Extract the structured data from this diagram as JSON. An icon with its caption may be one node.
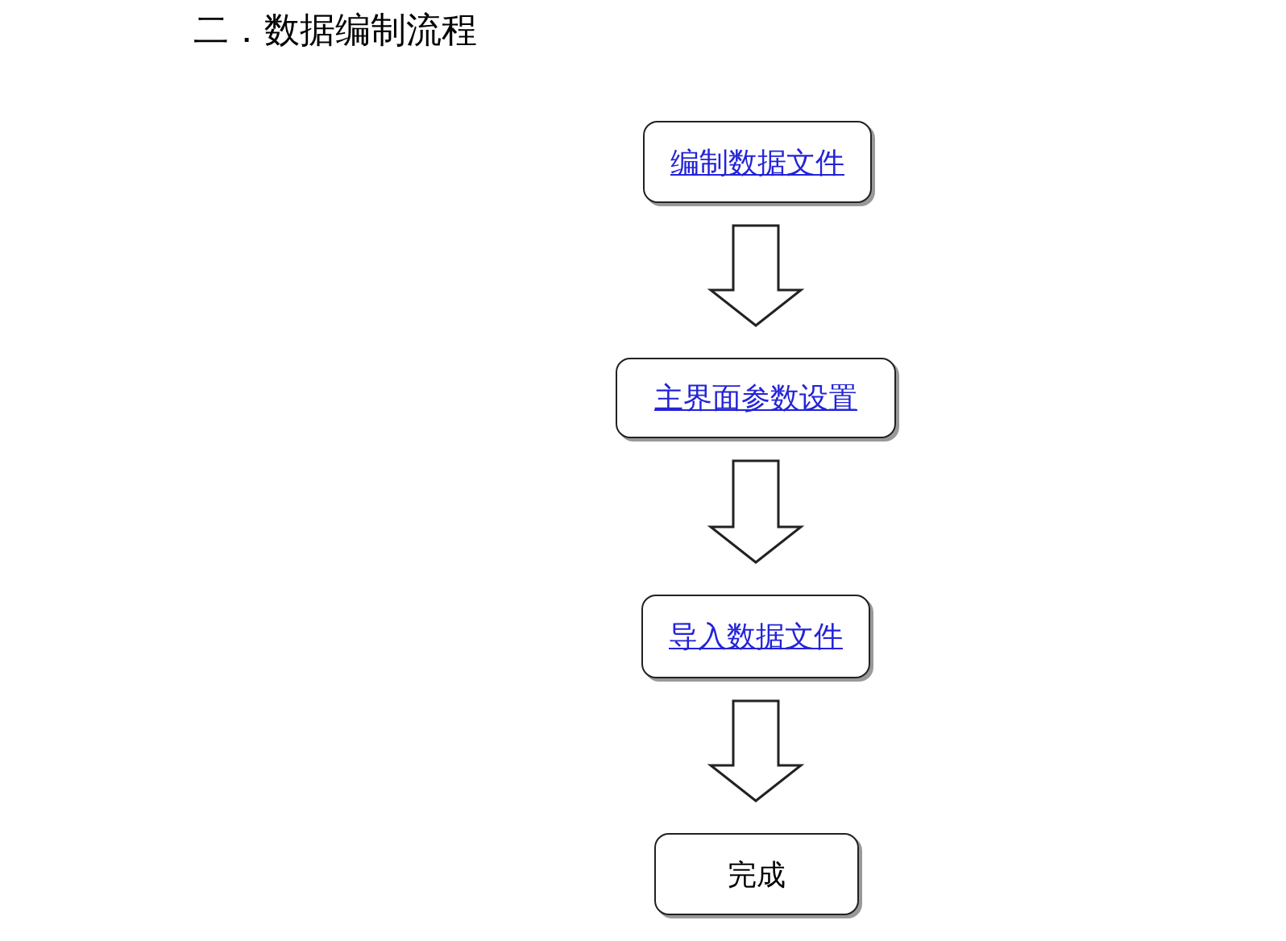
{
  "diagram": {
    "title": "二．数据编制流程",
    "nodes": [
      {
        "text": [
          "编制数据文件"
        ]
      },
      {
        "text": [
          "主界面参数设置"
        ]
      },
      {
        "text": [
          "导入数据文件"
        ]
      },
      {
        "text": [
          "完成"
        ]
      }
    ],
    "edges": [
      {
        "from": 0,
        "to": 1,
        "arrow": "to"
      },
      {
        "from": 1,
        "to": 2,
        "arrow": "to"
      },
      {
        "from": 2,
        "to": 3,
        "arrow": "to"
      }
    ]
  }
}
